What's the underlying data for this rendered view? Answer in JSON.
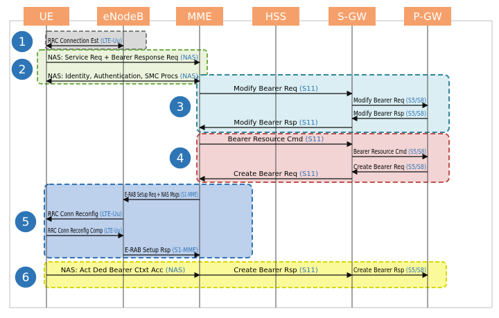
{
  "colors": {
    "entity_fill": "#f5a06a",
    "entity_text": "#ffffff",
    "lifeline": "#4a4a4a",
    "arrow": "#111111",
    "interface_text": "#2e74b5",
    "step_circle": "#2e75b6",
    "frame_border": "#bfbfbf",
    "group1_fill": "#d9d9d9",
    "group1_border": "#7f7f7f",
    "group2_fill": "#ebf3dd",
    "group2_border": "#70ad47",
    "group3_fill": "#daeef3",
    "group3_border": "#31859c",
    "group4_fill": "#f2d4d4",
    "group4_border": "#c0504d",
    "group5_fill": "#bdd0ec",
    "group5_border": "#2e75b6",
    "group6_fill": "#fafa9a",
    "group6_border": "#d6d600"
  },
  "entities": [
    "UE",
    "eNodeB",
    "MME",
    "HSS",
    "S-GW",
    "P-GW"
  ],
  "steps": [
    "1",
    "2",
    "3",
    "4",
    "5",
    "6"
  ],
  "messages": [
    {
      "from": "UE",
      "to": "eNodeB",
      "bidir": true,
      "label": "RRC Connection Est",
      "iface": "(LTE-Uu)"
    },
    {
      "from": "UE",
      "to": "MME",
      "bidir": false,
      "label": "NAS: Service Req + Bearer Response Req",
      "iface": "(NAS)"
    },
    {
      "from": "UE",
      "to": "MME",
      "bidir": true,
      "label": "NAS: Identity, Authentication, SMC Procs",
      "iface": "(NAS)"
    },
    {
      "from": "MME",
      "to": "S-GW",
      "bidir": false,
      "label": "Modify Bearer Req",
      "iface": "(S11)"
    },
    {
      "from": "S-GW",
      "to": "P-GW",
      "bidir": false,
      "label": "Modify Bearer Req",
      "iface": "(S5/S8)"
    },
    {
      "from": "P-GW",
      "to": "S-GW",
      "bidir": false,
      "label": "Modify Bearer Rsp",
      "iface": "(S5/S8)"
    },
    {
      "from": "S-GW",
      "to": "MME",
      "bidir": false,
      "label": "Modify Bearer Rsp",
      "iface": "(S11)"
    },
    {
      "from": "MME",
      "to": "S-GW",
      "bidir": false,
      "label": "Bearer Resource Cmd",
      "iface": "(S11)"
    },
    {
      "from": "S-GW",
      "to": "P-GW",
      "bidir": false,
      "label": "Bearer Resource Cmd",
      "iface": "(S5/S8)"
    },
    {
      "from": "P-GW",
      "to": "S-GW",
      "bidir": false,
      "label": "Create Bearer Req",
      "iface": "(S5/S8)"
    },
    {
      "from": "S-GW",
      "to": "MME",
      "bidir": false,
      "label": "Create Bearer Req",
      "iface": "(S11)"
    },
    {
      "from": "MME",
      "to": "eNodeB",
      "bidir": false,
      "label": "E-RAB Setup Req + NAS Msgs",
      "iface": "(S1-MME)"
    },
    {
      "from": "eNodeB",
      "to": "UE",
      "bidir": false,
      "label": "RRC Conn Reconfig",
      "iface": "(LTE-Uu)"
    },
    {
      "from": "UE",
      "to": "eNodeB",
      "bidir": false,
      "label": "RRC Conn Reconfig Comp",
      "iface": "(LTE-Uu)"
    },
    {
      "from": "eNodeB",
      "to": "MME",
      "bidir": false,
      "label": "E-RAB Setup Rsp",
      "iface": "(S1-MME)"
    },
    {
      "from": "UE",
      "to": "MME",
      "bidir": false,
      "label": "NAS: Act Ded Bearer Ctxt Acc",
      "iface": "(NAS)"
    },
    {
      "from": "MME",
      "to": "S-GW",
      "bidir": false,
      "label": "Create Bearer Rsp",
      "iface": "(S11)"
    },
    {
      "from": "S-GW",
      "to": "P-GW",
      "bidir": false,
      "label": "Create Bearer Rsp",
      "iface": "(S5/S8)"
    }
  ]
}
